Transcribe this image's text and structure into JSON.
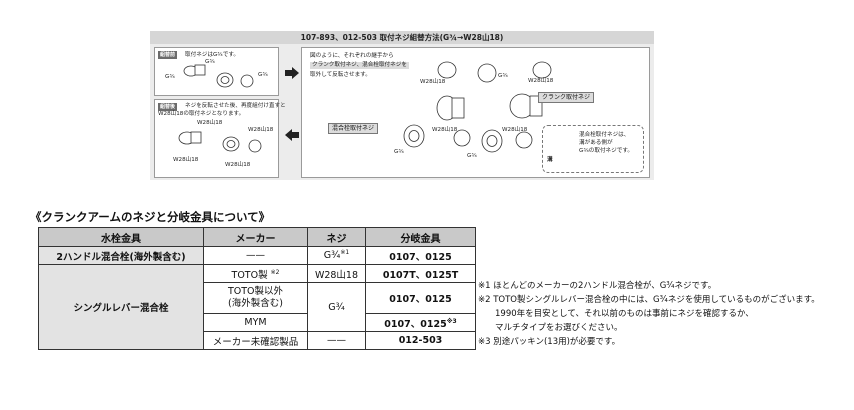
{
  "diagram": {
    "title": "107-893、012-503 取付ネジ組替方法(G¾→W28山18)",
    "step1_badge": "組替前",
    "step1_text": "取付ネジはG¾です。",
    "step2_badge": "組替後",
    "step2_text_1": "ネジを反転させた後、再度組付け直すと",
    "step2_text_2": "W28山18の取付ネジとなります。",
    "g34": "G¾",
    "w28": "W28山18",
    "instruction_1": "図のように、それぞれの継手から",
    "instruction_2": "クランク取付ネジ、混合栓取付ネジを",
    "instruction_3": "取外して反転させます。",
    "crank_nut_label": "クランク取付ネジ",
    "mixer_nut_label": "混合栓取付ネジ",
    "callout_1": "混合栓取付ネジは、",
    "callout_2": "溝がある側が",
    "callout_3": "G¾の取付ネジです。",
    "groove_label": "溝"
  },
  "section_heading": "《クランクアームのネジと分岐金具について》",
  "table": {
    "headers": [
      "水栓金具",
      "メーカー",
      "ネジ",
      "分岐金具"
    ],
    "row1": {
      "faucet": "2ハンドル混合栓(海外製含む)",
      "maker": "——",
      "thread": "G¾",
      "thread_note": "※1",
      "fitting": "0107、0125"
    },
    "group_label": "シングルレバー混合栓",
    "row2": {
      "maker": "TOTO製",
      "maker_note": "※2",
      "thread": "W28山18",
      "fitting": "0107T、0125T"
    },
    "row3": {
      "maker_line1": "TOTO製以外",
      "maker_line2": "(海外製含む)",
      "fitting": "0107、0125"
    },
    "shared_thread": "G¾",
    "row4": {
      "maker": "MYM",
      "fitting": "0107、0125",
      "fitting_note": "※3"
    },
    "row5": {
      "maker": "メーカー未確認製品",
      "thread": "——",
      "fitting": "012-503"
    }
  },
  "notes": {
    "n1": "※1 ほとんどのメーカーの2ハンドル混合栓が、G¾ネジです。",
    "n2": "※2 TOTO製シングルレバー混合栓の中には、G¾ネジを使用しているものがございます。",
    "n2b": "1990年を目安として、それ以前のものは事前にネジを確認するか、",
    "n2c": "マルチタイプをお選びください。",
    "n3": "※3 別途パッキン(13用)が必要です。"
  },
  "colors": {
    "header_gray": "#c9c9c9",
    "group_gray": "#e3e3e3",
    "panel_gray": "#ececec"
  }
}
